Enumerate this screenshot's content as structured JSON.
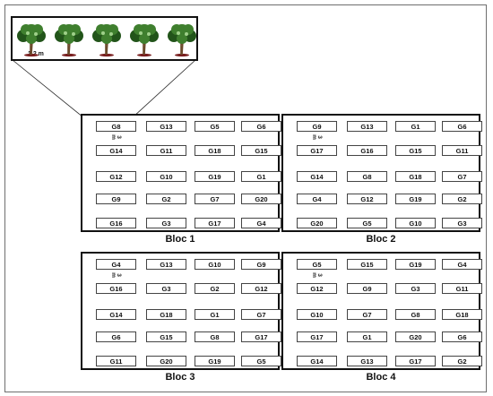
{
  "spacing_label": "1.2 m",
  "row_gap_label": "3 m",
  "tree_icon": "tree-icon",
  "tree_count": 5,
  "colors": {
    "foliage": "#3f7f2e",
    "foliage_dark": "#22541a",
    "trunk": "#6b4a2b",
    "shadow": "#7a1f1f",
    "border": "#111111"
  },
  "blocs": [
    {
      "label": "Bloc 1",
      "rows": [
        [
          "G8",
          "G13",
          "G5",
          "G6"
        ],
        [
          "G14",
          "G11",
          "G18",
          "G15"
        ],
        [
          "G12",
          "G10",
          "G19",
          "G1"
        ],
        [
          "G9",
          "G2",
          "G7",
          "G20"
        ],
        [
          "G16",
          "G3",
          "G17",
          "G4"
        ]
      ]
    },
    {
      "label": "Bloc 2",
      "rows": [
        [
          "G9",
          "G13",
          "G1",
          "G6"
        ],
        [
          "G17",
          "G16",
          "G15",
          "G11"
        ],
        [
          "G14",
          "G8",
          "G18",
          "G7"
        ],
        [
          "G4",
          "G12",
          "G19",
          "G2"
        ],
        [
          "G20",
          "G5",
          "G10",
          "G3"
        ]
      ]
    },
    {
      "label": "Bloc 3",
      "rows": [
        [
          "G4",
          "G13",
          "G10",
          "G9"
        ],
        [
          "G16",
          "G3",
          "G2",
          "G12"
        ],
        [
          "G14",
          "G18",
          "G1",
          "G7"
        ],
        [
          "G6",
          "G15",
          "G8",
          "G17"
        ],
        [
          "G11",
          "G20",
          "G19",
          "G5"
        ]
      ]
    },
    {
      "label": "Bloc 4",
      "rows": [
        [
          "G5",
          "G15",
          "G19",
          "G4"
        ],
        [
          "G12",
          "G9",
          "G3",
          "G11"
        ],
        [
          "G10",
          "G7",
          "G8",
          "G18"
        ],
        [
          "G17",
          "G1",
          "G20",
          "G6"
        ],
        [
          "G14",
          "G13",
          "G17",
          "G2"
        ]
      ]
    }
  ]
}
